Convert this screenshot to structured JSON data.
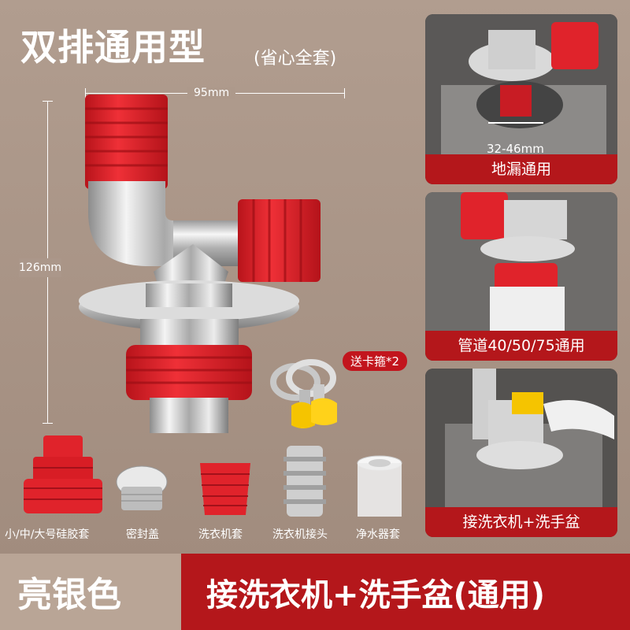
{
  "header": {
    "title": "双排通用型",
    "subtitle": "(省心全套)"
  },
  "dimensions": {
    "width_label": "95mm",
    "height_label": "126mm"
  },
  "gift_badge": "送卡箍*2",
  "accessories": [
    {
      "label": "小/中/大号硅胶套"
    },
    {
      "label": "密封盖"
    },
    {
      "label": "洗衣机套"
    },
    {
      "label": "洗衣机接头"
    },
    {
      "label": "净水器套"
    }
  ],
  "panels": [
    {
      "caption": "地漏通用",
      "range_label": "32-46mm"
    },
    {
      "caption": "管道40/50/75通用"
    },
    {
      "caption": "接洗衣机+洗手盆"
    }
  ],
  "bottom": {
    "color_label": "亮银色",
    "variant_label": "接洗衣机+洗手盆(通用)"
  },
  "colors": {
    "accent_red": "#b4171b",
    "silicone_red": "#e0232b",
    "background": "#a89486"
  }
}
